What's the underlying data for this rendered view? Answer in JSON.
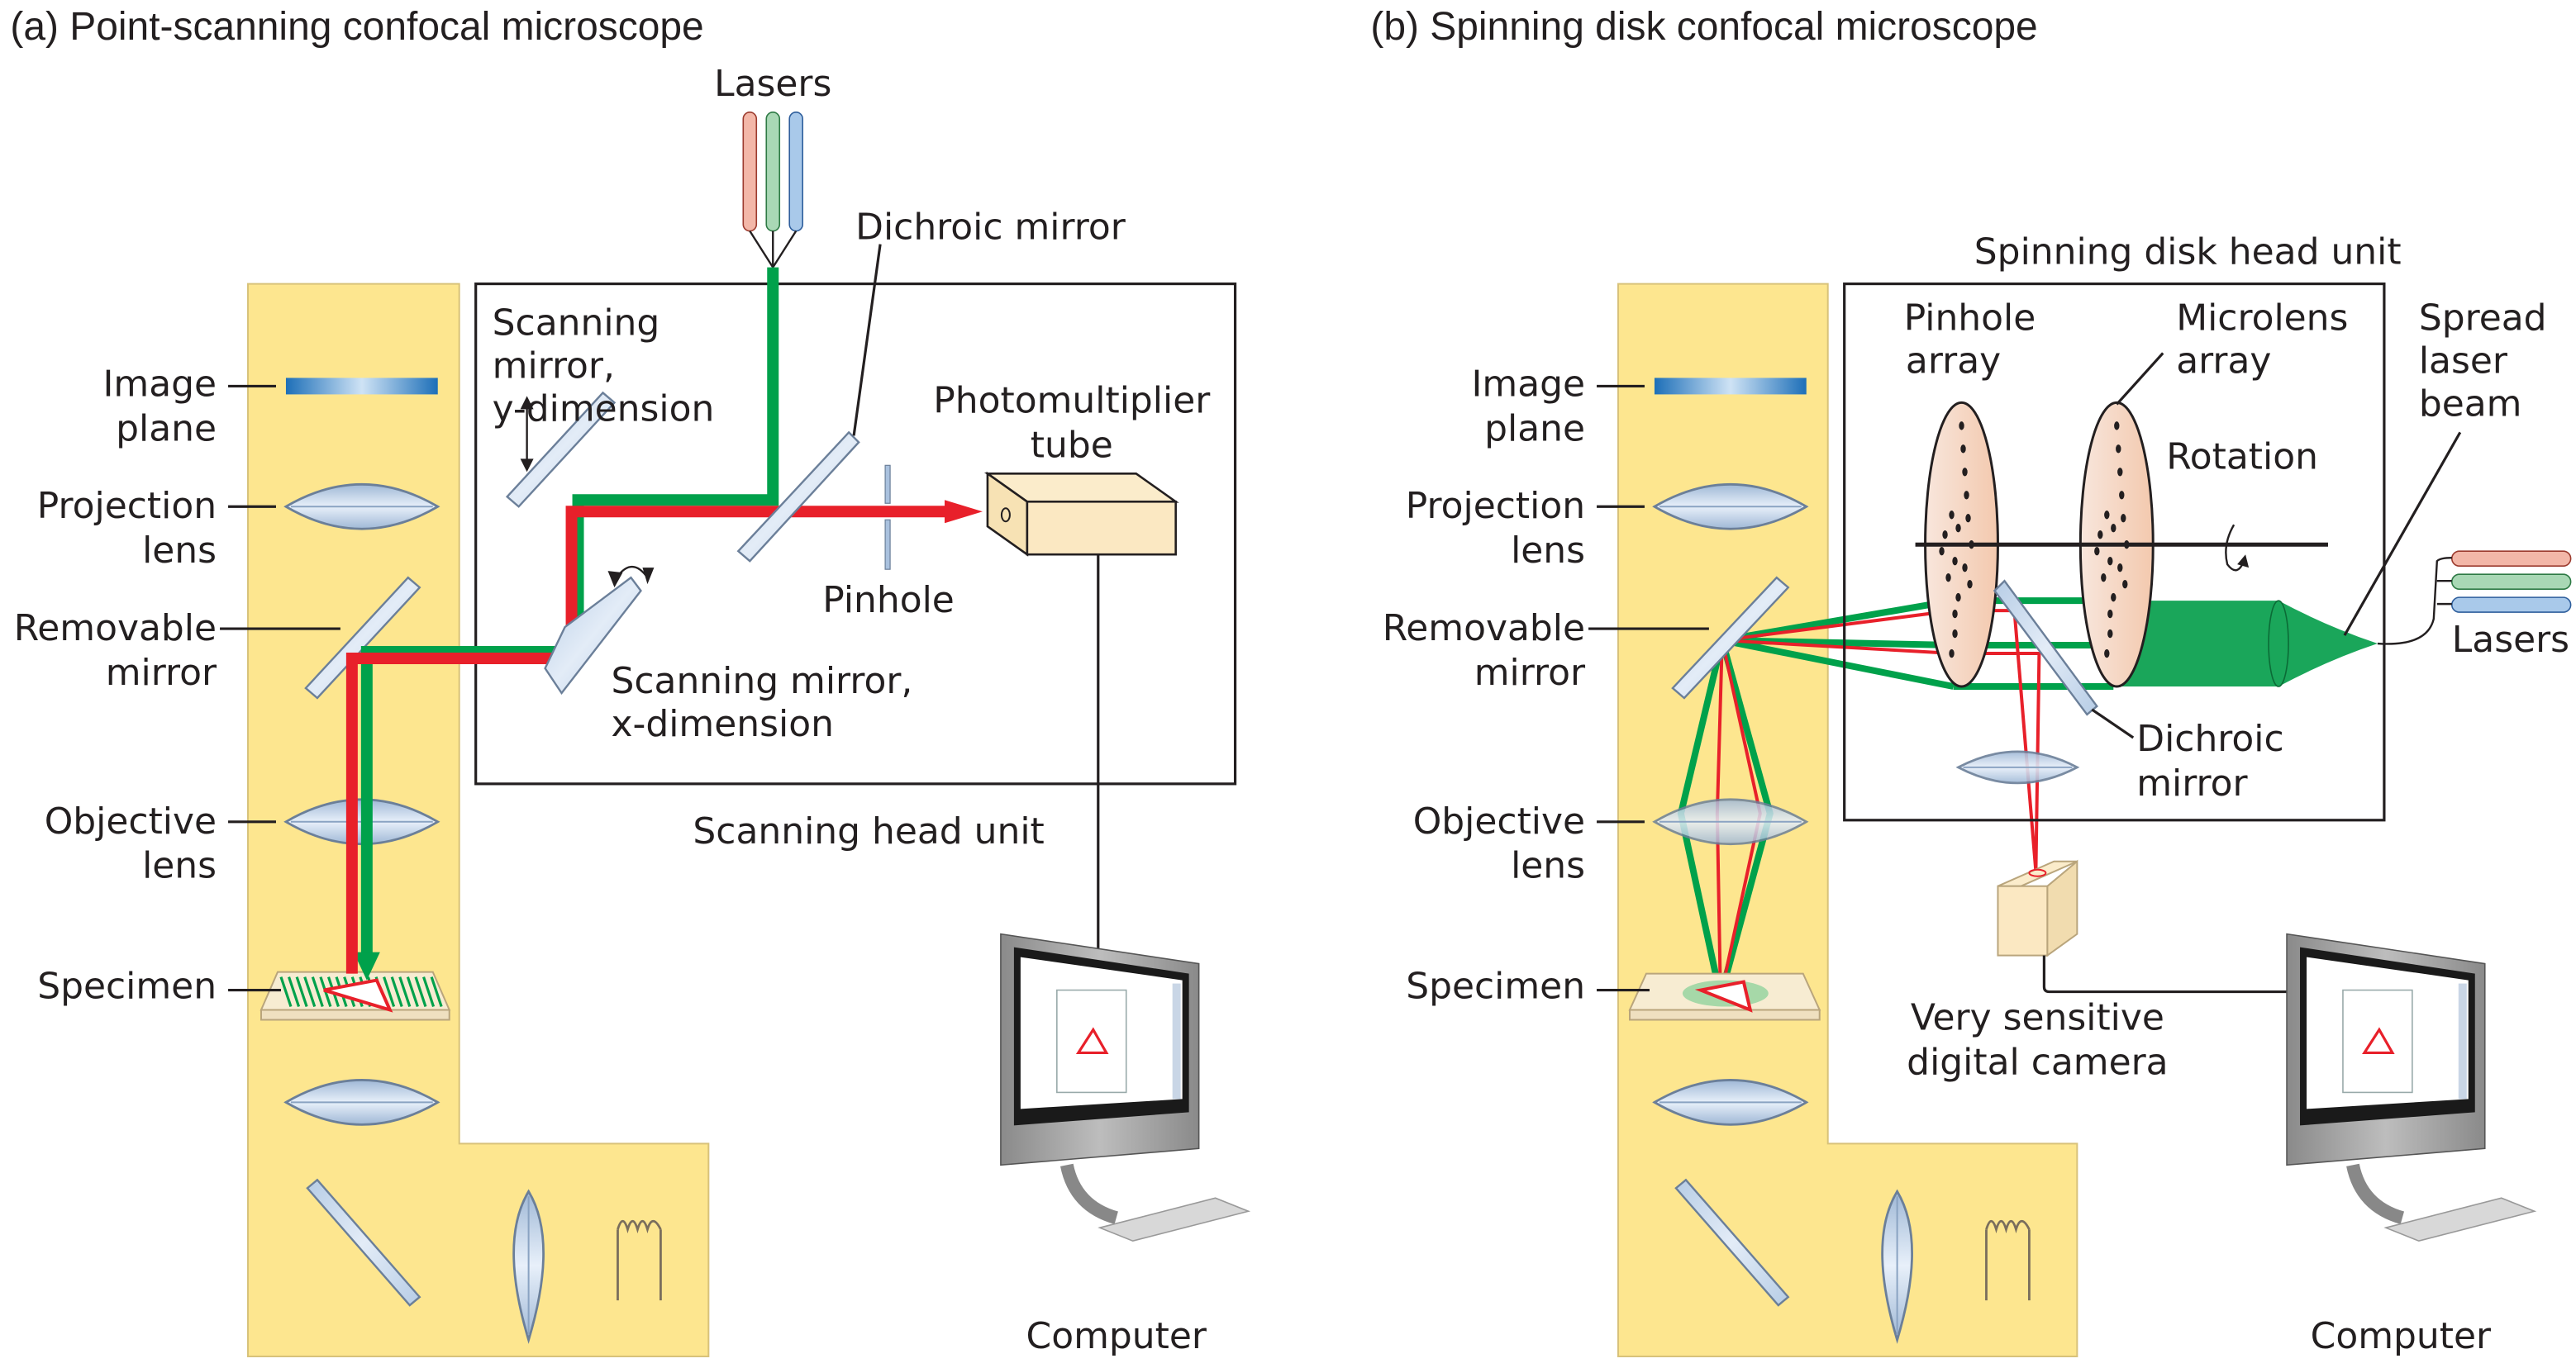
{
  "panel_a": {
    "title": "(a) Point-scanning confocal microscope",
    "labels": {
      "lasers": "Lasers",
      "dichroic_mirror": "Dichroic mirror",
      "scanning_mirror_y_1": "Scanning",
      "scanning_mirror_y_2": "mirror,",
      "scanning_mirror_y_3": "y-dimension",
      "photomultiplier_1": "Photomultiplier",
      "photomultiplier_2": "tube",
      "pinhole": "Pinhole",
      "scanning_mirror_x_1": "Scanning mirror,",
      "scanning_mirror_x_2": "x-dimension",
      "scanning_head_unit": "Scanning head unit",
      "computer": "Computer",
      "image_plane_1": "Image",
      "image_plane_2": "plane",
      "projection_lens_1": "Projection",
      "projection_lens_2": "lens",
      "removable_mirror_1": "Removable",
      "removable_mirror_2": "mirror",
      "objective_lens_1": "Objective",
      "objective_lens_2": "lens",
      "specimen": "Specimen"
    }
  },
  "panel_b": {
    "title": "(b) Spinning disk confocal microscope",
    "labels": {
      "head_unit": "Spinning disk head unit",
      "pinhole_array_1": "Pinhole",
      "pinhole_array_2": "array",
      "microlens_array_1": "Microlens",
      "microlens_array_2": "array",
      "spread_1": "Spread",
      "spread_2": "laser",
      "spread_3": "beam",
      "rotation": "Rotation",
      "lasers": "Lasers",
      "dichroic_1": "Dichroic",
      "dichroic_2": "mirror",
      "camera_1": "Very sensitive",
      "camera_2": "digital camera",
      "computer": "Computer",
      "image_plane_1": "Image",
      "image_plane_2": "plane",
      "projection_lens_1": "Projection",
      "projection_lens_2": "lens",
      "removable_mirror_1": "Removable",
      "removable_mirror_2": "mirror",
      "objective_lens_1": "Objective",
      "objective_lens_2": "lens",
      "specimen": "Specimen"
    }
  },
  "colors": {
    "excitation_beam": "#00a14b",
    "emission_beam": "#e8202a",
    "microscope_body": "#fde68f",
    "laser_red": "#f3b7a8",
    "laser_green": "#a9d8b5",
    "laser_blue": "#a9c9ea"
  }
}
